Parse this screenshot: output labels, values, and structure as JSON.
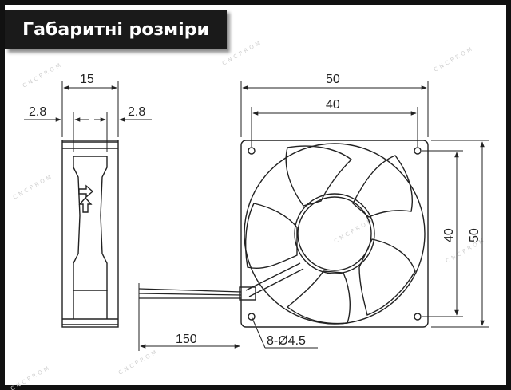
{
  "title": "Габаритні розміри",
  "watermark": "CNCPROM",
  "dimensions": {
    "side_width": "15",
    "side_left_offset": "2.8",
    "side_right_offset": "2.8",
    "front_outer_width": "50",
    "front_hole_width": "40",
    "front_hole_height": "40",
    "front_outer_height": "50",
    "cable_length": "150",
    "mount_holes": "8-Ø4.5"
  },
  "colors": {
    "line": "#222222",
    "title_bg": "#1a1a1a",
    "title_text": "#ffffff",
    "watermark": "#d0d0d0"
  }
}
